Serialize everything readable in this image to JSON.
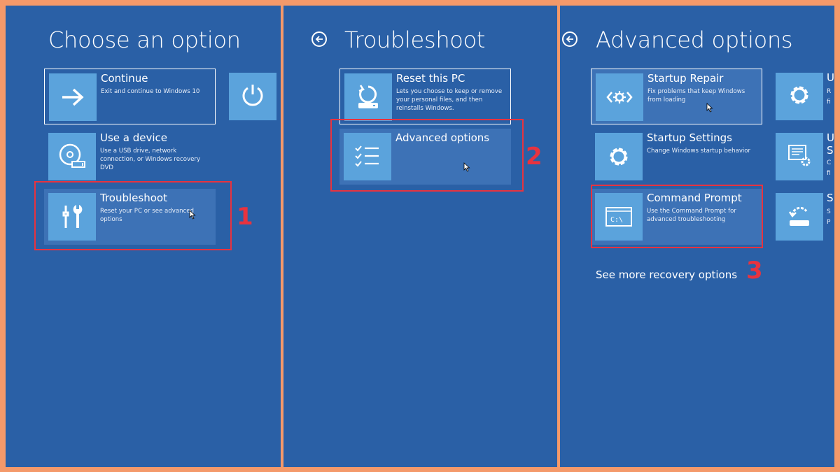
{
  "panel1": {
    "title": "Choose an option",
    "tiles": [
      {
        "title": "Continue",
        "desc": "Exit and continue to Windows 10"
      },
      {
        "title": "Use a device",
        "desc": "Use a USB drive, network connection, or Windows recovery DVD"
      },
      {
        "title": "Troubleshoot",
        "desc": "Reset your PC or see advanced options"
      }
    ],
    "step_number": "1"
  },
  "panel2": {
    "title": "Troubleshoot",
    "tiles": [
      {
        "title": "Reset this PC",
        "desc": "Lets you choose to keep or remove your personal files, and then reinstalls Windows."
      },
      {
        "title": "Advanced options",
        "desc": ""
      }
    ],
    "step_number": "2"
  },
  "panel3": {
    "title": "Advanced options",
    "tiles": [
      {
        "title": "Startup Repair",
        "desc": "Fix problems that keep Windows from loading"
      },
      {
        "title": "Startup Settings",
        "desc": "Change Windows startup behavior"
      },
      {
        "title": "Command Prompt",
        "desc": "Use the Command Prompt for advanced troubleshooting"
      }
    ],
    "cut_titles": [
      "U",
      "U",
      "S",
      "S"
    ],
    "cut_descs": [
      "R",
      "fi",
      "C",
      "fi",
      "S",
      "P"
    ],
    "more_link": "See more recovery options",
    "step_number": "3"
  },
  "colors": {
    "panel_bg": "#2a60a6",
    "tile_icon_bg": "#5ba3dc",
    "highlight_bg": "#3d72b6",
    "frame_bg": "#f4996a",
    "annotation_red": "#e8333f"
  },
  "icons": {
    "continue": "arrow-right-icon",
    "power": "power-icon",
    "use_device": "disc-drive-icon",
    "troubleshoot": "tools-icon",
    "reset_pc": "reset-pc-icon",
    "advanced": "checklist-icon",
    "startup_repair": "code-gear-icon",
    "startup_settings": "gear-icon",
    "command_prompt": "terminal-icon",
    "back": "back-arrow-icon"
  }
}
